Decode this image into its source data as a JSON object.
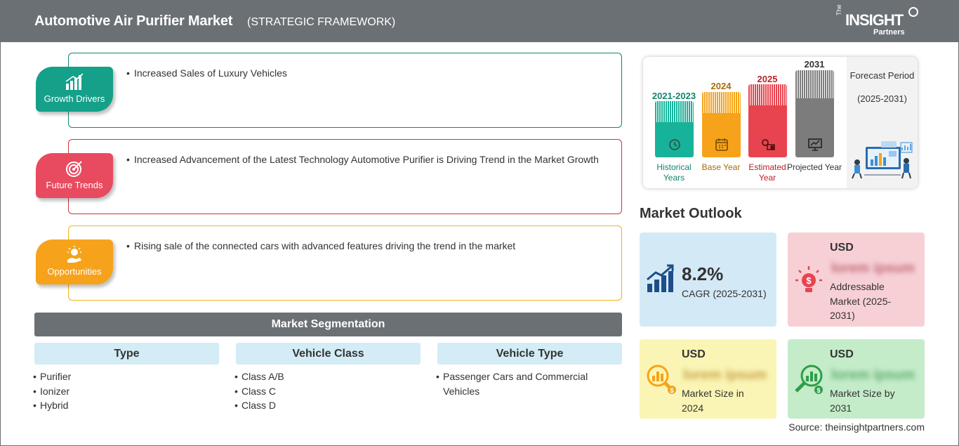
{
  "header": {
    "title": "Automotive Air Purifier Market",
    "subtitle": "(STRATEGIC FRAMEWORK)",
    "logo": {
      "the": "The",
      "insight": "INSIGHT",
      "partners": "Partners"
    }
  },
  "framework": [
    {
      "label": "Growth Drivers",
      "color": "#15a089",
      "border": "#11876f",
      "icon": "bar-chart-icon",
      "text": "Increased Sales of Luxury Vehicles"
    },
    {
      "label": "Future Trends",
      "color": "#e84a5f",
      "border": "#c8373b",
      "icon": "target-icon",
      "text": "Increased Advancement of the Latest Technology Automotive Purifier is Driving Trend in the Market Growth"
    },
    {
      "label": "Opportunities",
      "color": "#f7a21b",
      "border": "#f1b41c",
      "icon": "lightbulb-hand-icon",
      "text": "Rising sale of the connected cars with advanced features driving the trend in the market"
    }
  ],
  "segmentation": {
    "title": "Market Segmentation",
    "columns": [
      {
        "heading": "Type",
        "items": [
          "Purifier",
          "Ionizer",
          "Hybrid"
        ]
      },
      {
        "heading": "Vehicle Class",
        "items": [
          "Class A/B",
          "Class C",
          "Class D"
        ]
      },
      {
        "heading": "Vehicle Type",
        "items": [
          "Passenger Cars and Commercial Vehicles"
        ]
      }
    ]
  },
  "forecast": {
    "title": "Forecast Period",
    "period": "(2025-2031)",
    "bars": [
      {
        "year": "2021-2023",
        "caption": "Historical Years",
        "color": "#16b39a",
        "year_color": "#14846f",
        "icon": "history-icon"
      },
      {
        "year": "2024",
        "caption": "Base Year",
        "color": "#f6a31b",
        "year_color": "#a86b0a",
        "icon": "calendar-icon"
      },
      {
        "year": "2025",
        "caption": "Estimated Year",
        "color": "#e8444f",
        "year_color": "#b8222b",
        "icon": "gears-icon"
      },
      {
        "year": "2031",
        "caption": "Projected Year",
        "color": "#7c7c7c",
        "year_color": "#333333",
        "icon": "presentation-icon"
      }
    ]
  },
  "outlook": {
    "title": "Market Outlook",
    "cards": [
      {
        "kind": "cagr",
        "value": "8.2%",
        "desc": "CAGR (2025-2031)",
        "bg": "#d4e9f6",
        "icon": "growth-chart-icon"
      },
      {
        "kind": "usd",
        "usd": "USD",
        "value": "lorem ipsum",
        "desc": "Addressable Market (2025-2031)",
        "bg": "#f7d0d6",
        "icon": "dollar-bulb-icon"
      },
      {
        "kind": "usd",
        "usd": "USD",
        "value": "lorem ipsum",
        "desc": "Market Size in 2024",
        "bg": "#faf5b4",
        "icon": "magnifier-chart-icon"
      },
      {
        "kind": "usd",
        "usd": "USD",
        "value": "lorem ipsum",
        "desc": "Market Size by 2031",
        "bg": "#c4ecc9",
        "icon": "magnifier-growth-icon"
      }
    ]
  },
  "source": "Source: theinsightpartners.com"
}
